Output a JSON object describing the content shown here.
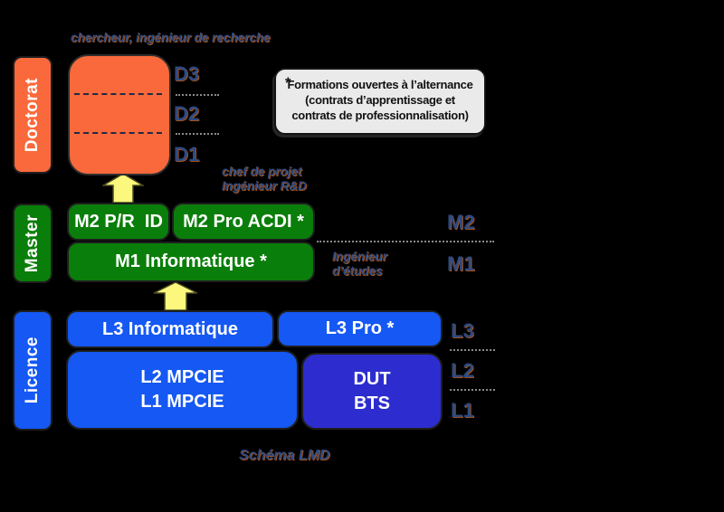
{
  "diagram": {
    "caption": "Schéma LMD"
  },
  "colors": {
    "background": "#000000",
    "doctorat_orange": "#F9693B",
    "master_green": "#0A7E0A",
    "licence_blue": "#1558F3",
    "dut_indigo": "#2D2DCF",
    "arrow_yellow": "#FBF87D",
    "legend_gray": "#EAEAEA"
  },
  "tracks": {
    "doctorat": "Doctorat",
    "master": "Master",
    "licence": "Licence"
  },
  "doctorat": {
    "jobs": "chercheur, ingénieur de recherche",
    "levels": [
      "D3",
      "D2",
      "D1"
    ]
  },
  "master": {
    "jobs_line1": "chef de projet",
    "jobs_line2": "Ingénieur R&D",
    "m2_research": "M2 P/R  ID",
    "m2_pro": "M2 Pro ACDI *",
    "m1": "M1 Informatique *",
    "m1_jobs_line1": "Ingénieur",
    "m1_jobs_line2": "d’études",
    "levels": [
      "M2",
      "M1"
    ]
  },
  "licence": {
    "l3_info": "L3 Informatique",
    "l3_pro": "L3 Pro *",
    "l2l1": [
      "L2 MPCIE",
      "L1 MPCIE"
    ],
    "dut": [
      "DUT",
      "BTS"
    ],
    "levels": [
      "L3",
      "L2",
      "L1"
    ]
  },
  "legend": {
    "star": "*",
    "line1": "Formations ouvertes à l’alternance",
    "line2": "(contrats d’apprentissage et",
    "line3": "contrats de professionnalisation)"
  }
}
